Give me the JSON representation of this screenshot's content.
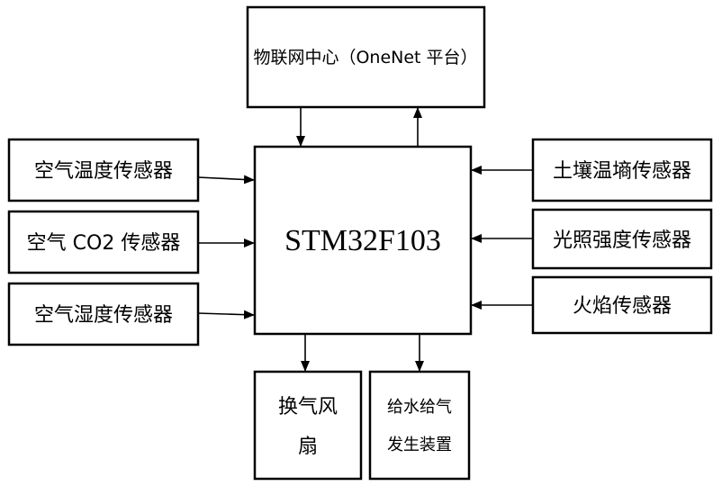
{
  "diagram": {
    "cloud": {
      "label": "物联网中心（OneNet 平台）"
    },
    "mcu": {
      "label": "STM32F103"
    },
    "sensors_left": [
      {
        "label": "空气温度传感器"
      },
      {
        "label": "空气 CO2 传感器"
      },
      {
        "label": "空气湿度传感器"
      }
    ],
    "sensors_right": [
      {
        "label": "土壤温墒传感器"
      },
      {
        "label": "光照强度传感器"
      },
      {
        "label": "火焰传感器"
      }
    ],
    "outputs": [
      {
        "line1": "换气风",
        "line2": "扇"
      },
      {
        "line1": "给水给气",
        "line2": "发生装置"
      }
    ]
  }
}
